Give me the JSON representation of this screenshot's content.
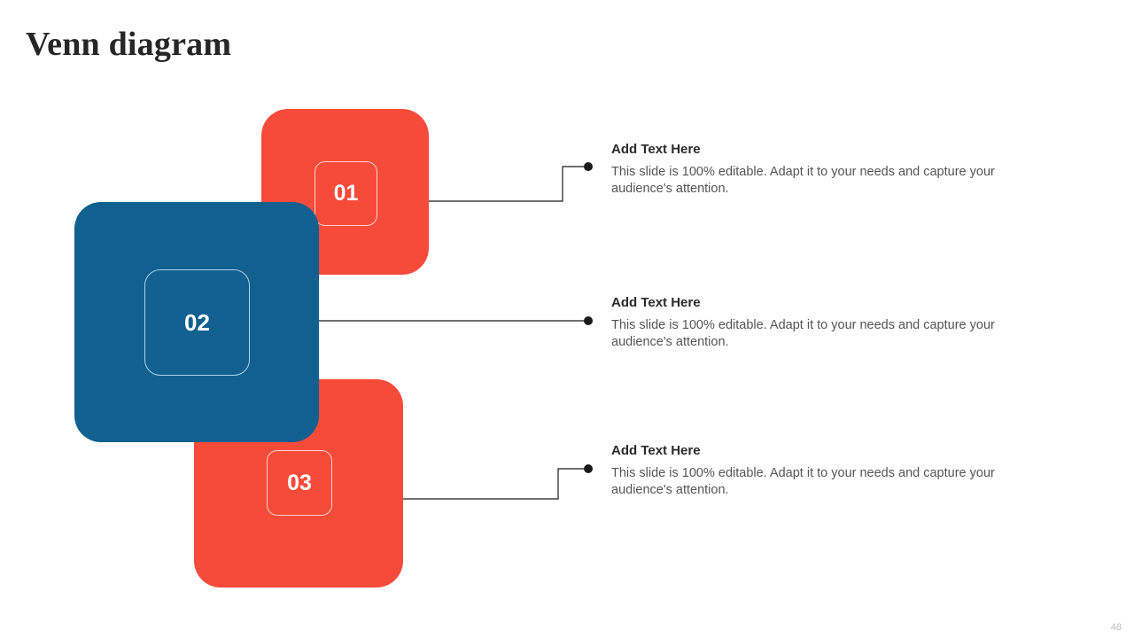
{
  "slide": {
    "title": "Venn diagram",
    "page_number": "48",
    "background": "#ffffff"
  },
  "colors": {
    "red": "#f74b3a",
    "blue": "#12608f",
    "title_text": "#262626",
    "heading_text": "#2b2b2b",
    "body_text": "#555555",
    "connector": "#1a1a1a",
    "page_number": "#b8b8b8",
    "badge_border_light": "#ffffff",
    "badge_border_blue": "#c6e8fa"
  },
  "shapes": [
    {
      "id": "square-01",
      "number": "01",
      "color": "#f74b3a"
    },
    {
      "id": "square-02",
      "number": "02",
      "color": "#12608f"
    },
    {
      "id": "square-03",
      "number": "03",
      "color": "#f74b3a"
    }
  ],
  "items": [
    {
      "number": "01",
      "heading": "Add Text Here",
      "body": "This slide is 100% editable. Adapt it to your needs and capture your audience's attention."
    },
    {
      "number": "02",
      "heading": "Add Text Here",
      "body": "This slide is 100% editable. Adapt it to your needs and capture your audience's attention."
    },
    {
      "number": "03",
      "heading": "Add Text Here",
      "body": "This slide is 100% editable. Adapt it to your needs and capture your audience's attention."
    }
  ]
}
